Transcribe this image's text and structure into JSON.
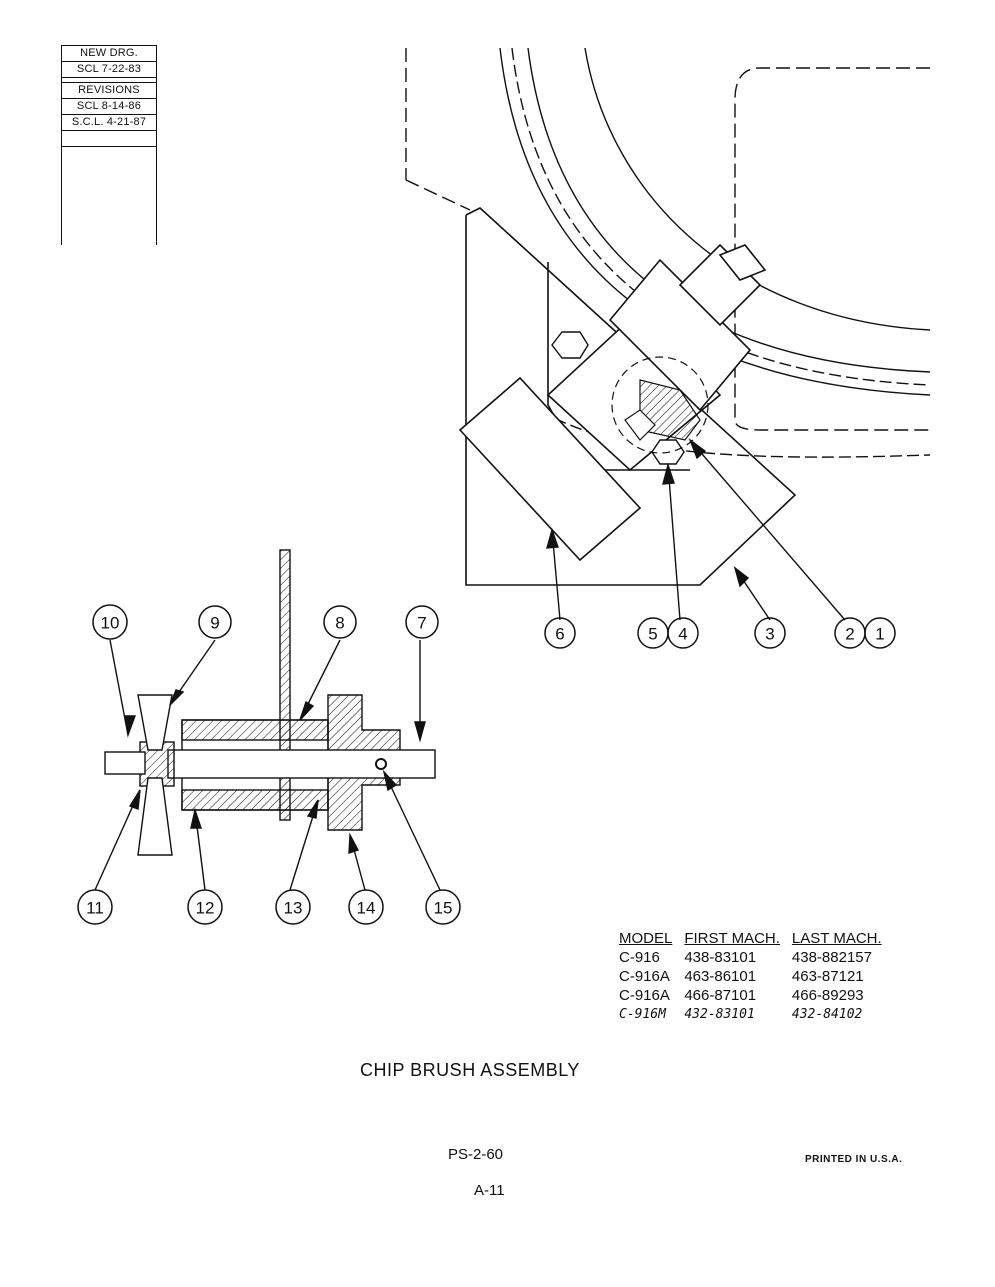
{
  "revision_block": {
    "new_drg_label": "NEW DRG.",
    "new_drg_date": "SCL 7-22-83",
    "revisions_label": "REVISIONS",
    "revision_1": "SCL 8-14-86",
    "revision_2": "S.C.L. 4-21-87"
  },
  "callouts": {
    "c1": "1",
    "c2": "2",
    "c3": "3",
    "c4": "4",
    "c5": "5",
    "c6": "6",
    "c7": "7",
    "c8": "8",
    "c9": "9",
    "c10": "10",
    "c11": "11",
    "c12": "12",
    "c13": "13",
    "c14": "14",
    "c15": "15"
  },
  "model_table": {
    "headers": [
      "MODEL",
      "FIRST MACH.",
      "LAST MACH."
    ],
    "rows": [
      [
        "C-916",
        "438-83101",
        "438-882157"
      ],
      [
        "C-916A",
        "463-86101",
        "463-87121"
      ],
      [
        "C-916A",
        "466-87101",
        "466-89293"
      ],
      [
        "C-916M",
        "432-83101",
        "432-84102"
      ]
    ]
  },
  "title": "CHIP BRUSH ASSEMBLY",
  "part_number": "PS-2-60",
  "page_number": "A-11",
  "printed_note": "PRINTED IN U.S.A."
}
